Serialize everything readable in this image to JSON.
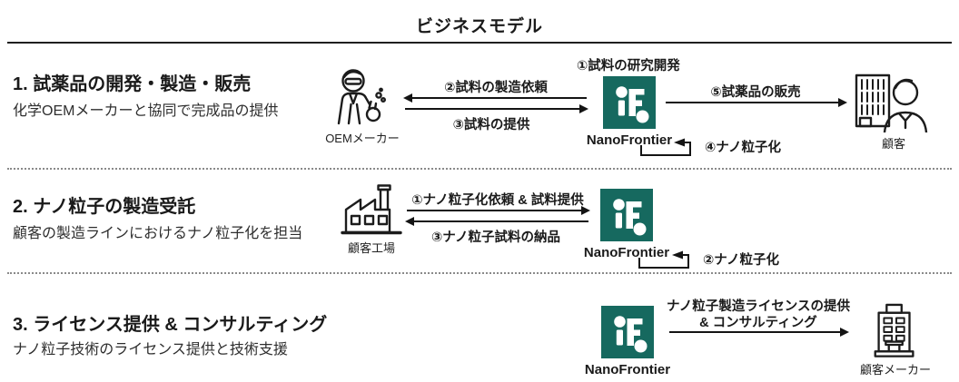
{
  "title": "ビジネスモデル",
  "brand": {
    "name": "NanoFrontier",
    "color": "#16695F"
  },
  "row1": {
    "heading": "1. 試薬品の開発・製造・販売",
    "subtitle": "化学OEMメーカーと協同で完成品の提供",
    "oem_label": "OEMメーカー",
    "step1_label": "①試料の研究開発",
    "step2_label": "②試料の製造依頼",
    "step3_label": "③試料の提供",
    "step4_label": "④ナノ粒子化",
    "step5_label": "⑤試薬品の販売",
    "customer_label": "顧客",
    "company_label": "NanoFrontier"
  },
  "row2": {
    "heading": "2. ナノ粒子の製造受託",
    "subtitle": "顧客の製造ラインにおけるナノ粒子化を担当",
    "factory_label": "顧客工場",
    "step1_label": "①ナノ粒子化依頼 & 試料提供",
    "step2_label": "②ナノ粒子化",
    "step3_label": "③ナノ粒子試料の納品",
    "company_label": "NanoFrontier"
  },
  "row3": {
    "heading": "3. ライセンス提供 & コンサルティング",
    "subtitle": "ナノ粒子技術のライセンス提供と技術支援",
    "arrow_line1": "ナノ粒子製造ライセンスの提供",
    "arrow_line2": "& コンサルティング",
    "customer_label": "顧客メーカー",
    "company_label": "NanoFrontier"
  }
}
